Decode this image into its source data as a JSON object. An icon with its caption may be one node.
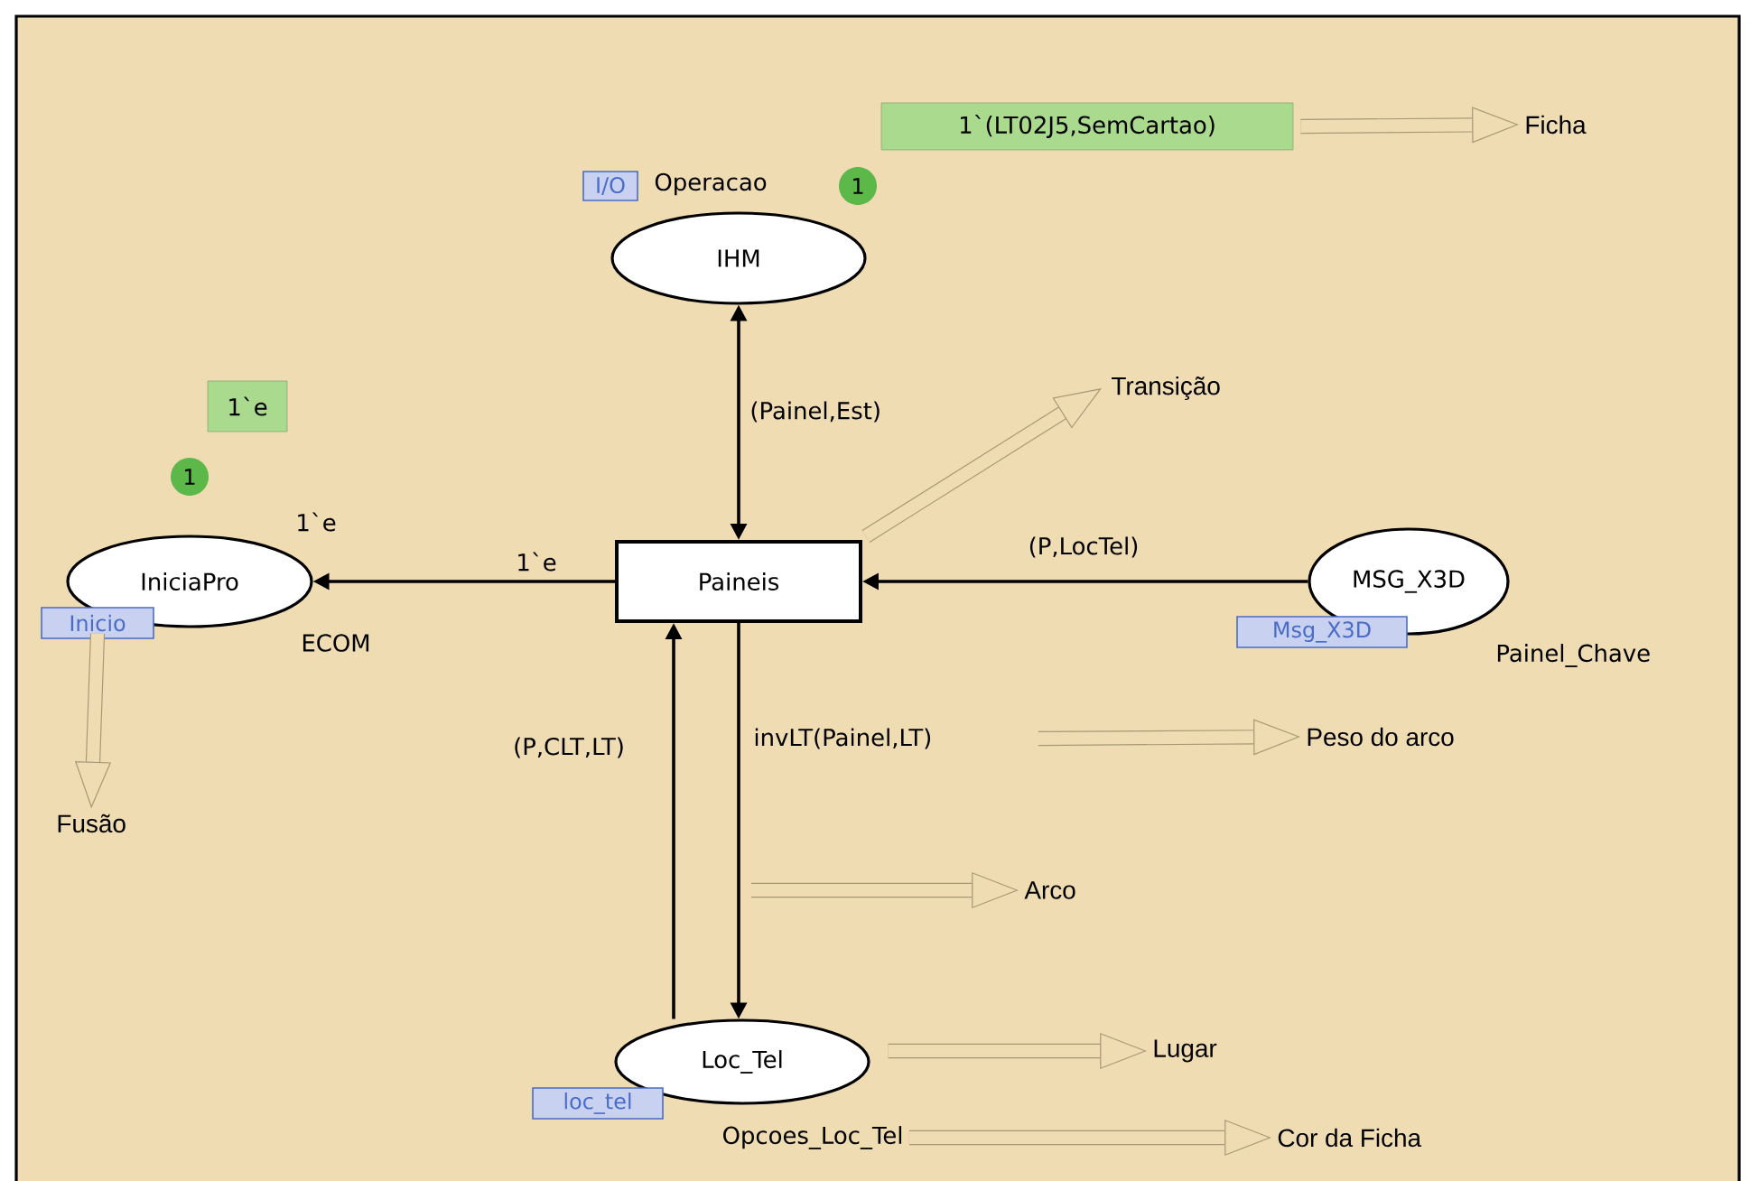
{
  "diagram": {
    "nodes": [
      {
        "text": [
          "1`(LT02J5,SemCartao)"
        ]
      },
      {
        "text": [
          "Ficha"
        ]
      },
      {
        "text": [
          "I/O"
        ]
      },
      {
        "text": [
          "IHM"
        ],
        "beside": [
          "Operacao"
        ]
      },
      {
        "text": [
          "1"
        ]
      },
      {
        "text": [
          "1`e"
        ]
      },
      {
        "text": [
          "1"
        ]
      },
      {
        "text": [
          "IniciaPro"
        ],
        "beside": [
          "1`e",
          "ECOM"
        ]
      },
      {
        "text": [
          "Inicio"
        ]
      },
      {
        "text": [
          "Paineis"
        ]
      },
      {
        "text": [
          "Transição"
        ]
      },
      {
        "text": [
          "MSG_X3D"
        ],
        "beside": [
          "Painel_Chave"
        ]
      },
      {
        "text": [
          "Msg_X3D"
        ]
      },
      {
        "text": [
          "Fusão"
        ]
      },
      {
        "text": [
          "Peso do arco"
        ]
      },
      {
        "text": [
          "Arco"
        ]
      },
      {
        "text": [
          "Loc_Tel"
        ],
        "beside": [
          "Opcoes_Loc_Tel"
        ]
      },
      {
        "text": [
          "loc_tel"
        ]
      },
      {
        "text": [
          "Lugar"
        ]
      },
      {
        "text": [
          "Cor da Ficha"
        ]
      }
    ],
    "edges": [
      {
        "from": 9,
        "to": 3,
        "arrow": "both",
        "label": "(Painel,Est)",
        "color": "#000000"
      },
      {
        "from": 9,
        "to": 7,
        "arrow": "to",
        "label": "1`e",
        "color": "#000000"
      },
      {
        "from": 11,
        "to": 9,
        "arrow": "to",
        "label": "(P,LocTel)",
        "color": "#000000"
      },
      {
        "from": 16,
        "to": 9,
        "arrow": "to",
        "label": "(P,CLT,LT)",
        "color": "#000000"
      },
      {
        "from": 9,
        "to": 16,
        "arrow": "to",
        "label": "invLT(Painel,LT)",
        "color": "#000000"
      },
      {
        "from": 0,
        "to": 1,
        "arrow": "to"
      },
      {
        "from": 9,
        "to": 10,
        "arrow": "to"
      },
      {
        "from": 8,
        "to": 13,
        "arrow": "to"
      },
      {
        "from": null,
        "to": 14,
        "arrow": "to"
      },
      {
        "from": null,
        "to": 15,
        "arrow": "to"
      },
      {
        "from": 16,
        "to": 18,
        "arrow": "to"
      },
      {
        "from": 16,
        "to": 19,
        "arrow": "to"
      }
    ]
  }
}
